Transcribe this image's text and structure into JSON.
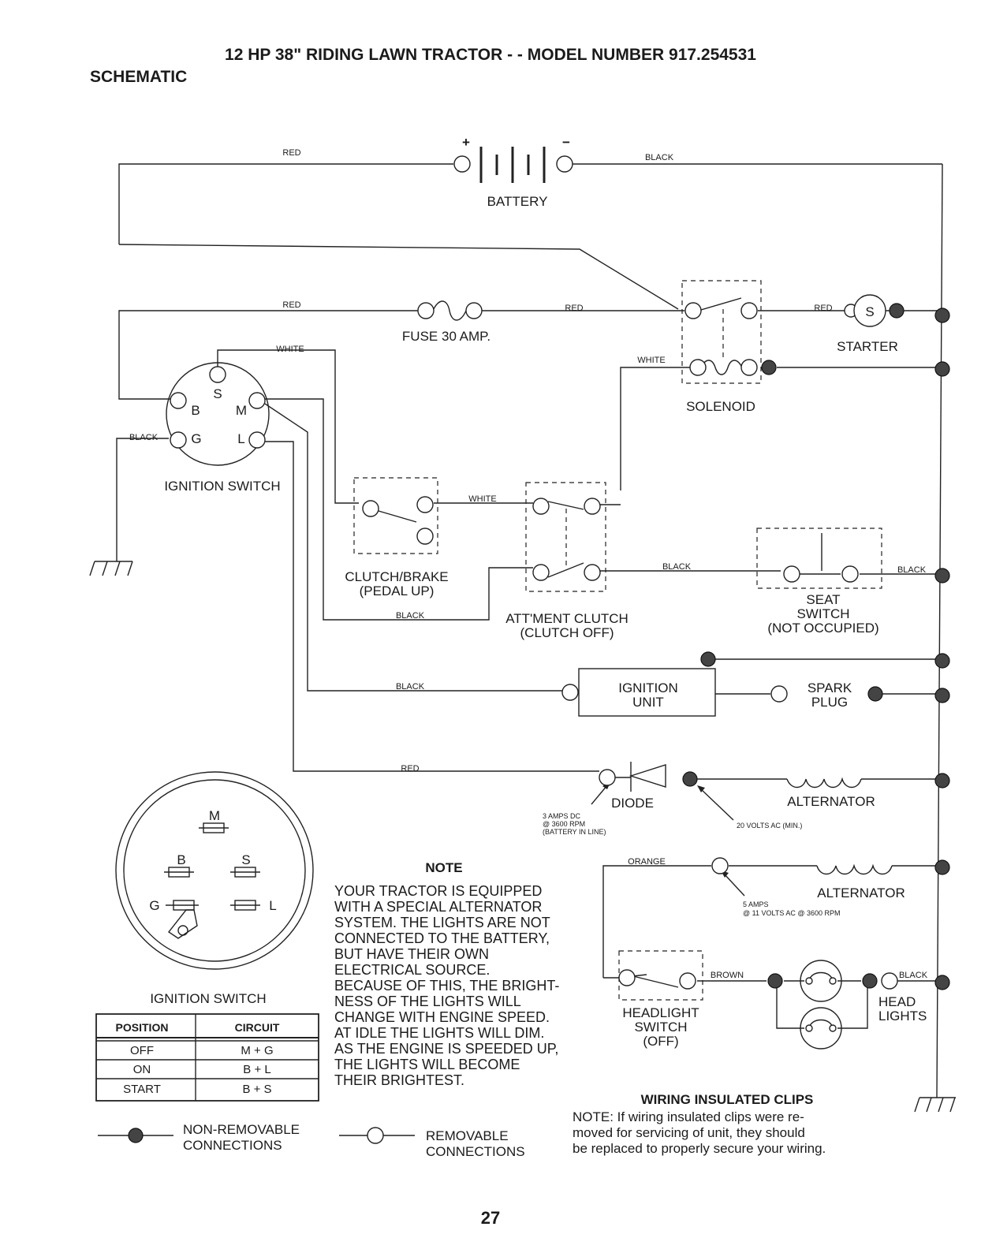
{
  "header": {
    "title": "12 HP 38\" RIDING LAWN TRACTOR - - MODEL NUMBER 917.254531",
    "subtitle": "SCHEMATIC"
  },
  "wires": {
    "red": "RED",
    "black": "BLACK",
    "white": "WHITE",
    "orange": "ORANGE",
    "brown": "BROWN"
  },
  "battery": {
    "label": "BATTERY",
    "plus": "+",
    "minus": "−"
  },
  "fuse": {
    "label": "FUSE 30 AMP."
  },
  "solenoid": {
    "label": "SOLENOID"
  },
  "starter": {
    "label": "STARTER",
    "letter": "S"
  },
  "ignition_switch": {
    "label": "IGNITION SWITCH",
    "terminals": {
      "b": "B",
      "s": "S",
      "m": "M",
      "g": "G",
      "l": "L"
    }
  },
  "clutch_brake": {
    "line1": "CLUTCH/BRAKE",
    "line2": "(PEDAL UP)"
  },
  "attachment_clutch": {
    "line1": "ATT'MENT CLUTCH",
    "line2": "(CLUTCH OFF)"
  },
  "seat_switch": {
    "line1": "SEAT",
    "line2": "SWITCH",
    "line3": "(NOT OCCUPIED)"
  },
  "ignition_unit": {
    "line1": "IGNITION",
    "line2": "UNIT"
  },
  "spark_plug": {
    "line1": "SPARK",
    "line2": "PLUG"
  },
  "diode": {
    "label": "DIODE",
    "spec_line1": "3 AMPS DC",
    "spec_line2": "@ 3600 RPM",
    "spec_line3": "(BATTERY IN LINE)"
  },
  "alternator_1": {
    "label": "ALTERNATOR",
    "spec": "20 VOLTS AC (MIN.)"
  },
  "alternator_2": {
    "label": "ALTERNATOR",
    "spec_line1": "5 AMPS",
    "spec_line2": "@ 11 VOLTS AC @ 3600 RPM"
  },
  "headlight_switch": {
    "line1": "HEADLIGHT",
    "line2": "SWITCH",
    "line3": "(OFF)"
  },
  "head_lights": {
    "line1": "HEAD",
    "line2": "LIGHTS"
  },
  "note": {
    "title": "NOTE",
    "lines": [
      "YOUR TRACTOR IS EQUIPPED",
      "WITH A SPECIAL ALTERNATOR",
      "SYSTEM.  THE LIGHTS ARE NOT",
      "CONNECTED TO  THE BATTERY,",
      "BUT HAVE THEIR OWN",
      "ELECTRICAL SOURCE.",
      "BECAUSE OF THIS, THE BRIGHT-",
      "NESS OF THE LIGHTS WILL",
      "CHANGE WITH ENGINE SPEED.",
      "AT IDLE THE LIGHTS WILL DIM.",
      "AS THE ENGINE IS SPEEDED UP,",
      "THE LIGHTS WILL BECOME",
      "THEIR BRIGHTEST."
    ]
  },
  "switch_face": {
    "label": "IGNITION SWITCH",
    "m": "M",
    "b": "B",
    "s": "S",
    "g": "G",
    "l": "L"
  },
  "position_table": {
    "headers": [
      "POSITION",
      "CIRCUIT"
    ],
    "rows": [
      [
        "OFF",
        "M + G"
      ],
      [
        "ON",
        "B + L"
      ],
      [
        "START",
        "B + S"
      ]
    ]
  },
  "legend": {
    "non_removable_line1": "NON-REMOVABLE",
    "non_removable_line2": "CONNECTIONS",
    "removable_line1": "REMOVABLE",
    "removable_line2": "CONNECTIONS"
  },
  "clips_note": {
    "title": "WIRING INSULATED CLIPS",
    "line1": "NOTE: If wiring insulated clips  were  re-",
    "line2": "moved  for servicing  of  unit,  they should",
    "line3": "be replaced to properly secure your wiring."
  },
  "footer": {
    "page_number": "27"
  }
}
